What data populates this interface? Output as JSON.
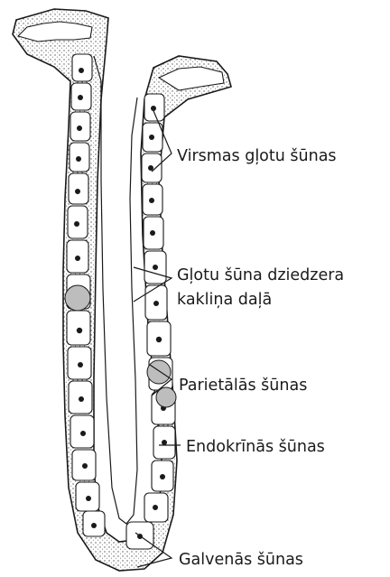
{
  "labels": {
    "surface_mucous_cells": "Virsmas gļotu šūnas",
    "neck_mucous_line1": "Gļotu šūna dziedzera",
    "neck_mucous_line2": "kakliņa daļā",
    "parietal_cells": "Parietālās šūnas",
    "endocrine_cells": "Endokrīnās šūnas",
    "chief_cells": "Galvenās šūnas"
  },
  "colors": {
    "ink": "#1a1a1a",
    "cell_fill": "#ffffff",
    "stipple": "#555555",
    "background": "#ffffff"
  }
}
